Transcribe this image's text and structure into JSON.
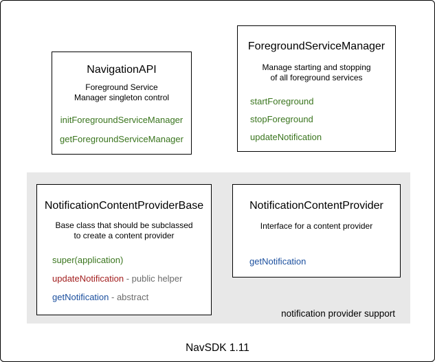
{
  "diagram": {
    "caption": "NavSDK 1.11",
    "group_label": "notification provider support",
    "colors": {
      "method_green": "#3a751e",
      "method_red": "#a32020",
      "method_blue": "#1b4f9e",
      "annotation_gray": "#6b6b6b",
      "panel_bg": "#e8e8e8",
      "border": "#000000"
    },
    "boxes": [
      {
        "id": "navigation-api",
        "title": "NavigationAPI",
        "description": [
          "Foreground Service",
          "Manager singleton control"
        ],
        "methods": [
          {
            "name": "initForegroundServiceManager",
            "color": "green",
            "annotation": ""
          },
          {
            "name": "getForegroundServiceManager",
            "color": "green",
            "annotation": ""
          }
        ]
      },
      {
        "id": "foreground-service-manager",
        "title": "ForegroundServiceManager",
        "description": [
          "Manage starting and stopping",
          "of all foreground services"
        ],
        "methods": [
          {
            "name": "startForeground",
            "color": "green",
            "annotation": ""
          },
          {
            "name": "stopForeground",
            "color": "green",
            "annotation": ""
          },
          {
            "name": "updateNotification",
            "color": "green",
            "annotation": ""
          }
        ]
      },
      {
        "id": "notification-content-provider-base",
        "title": "NotificationContentProviderBase",
        "description": [
          "Base class that should be subclassed",
          "to create a content provider"
        ],
        "methods": [
          {
            "name": "super(application)",
            "color": "green",
            "annotation": ""
          },
          {
            "name": "updateNotification",
            "color": "red",
            "annotation": " - public helper"
          },
          {
            "name": "getNotification",
            "color": "blue",
            "annotation": " - abstract"
          }
        ]
      },
      {
        "id": "notification-content-provider",
        "title": "NotificationContentProvider",
        "description": [
          "Interface for a content provider"
        ],
        "methods": [
          {
            "name": "getNotification",
            "color": "blue",
            "annotation": ""
          }
        ]
      }
    ]
  }
}
